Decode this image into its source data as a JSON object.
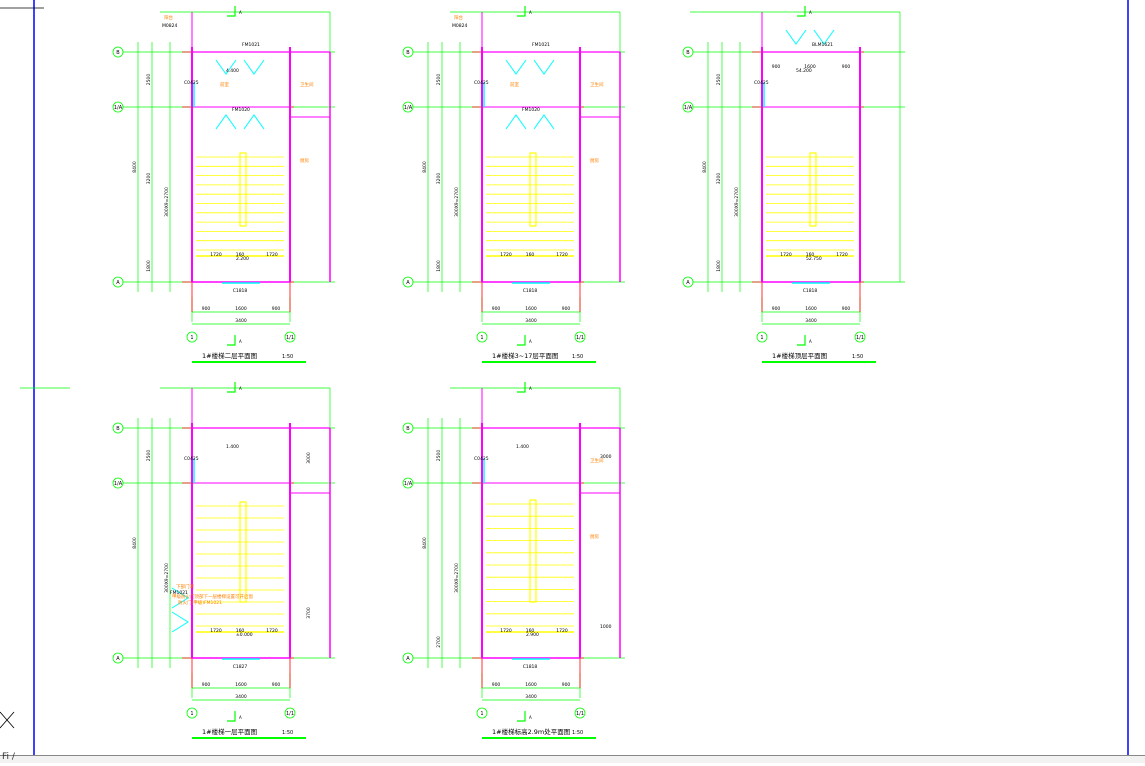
{
  "drawing": {
    "colors": {
      "background": "#ffffff",
      "frame": "#0000ff",
      "wall": "#ff00ff",
      "axis": "#ff0000",
      "dimension": "#00ff00",
      "stair": "#ffff00",
      "window": "#00ffff",
      "room_label": "#ff8000",
      "text": "#000000"
    },
    "sheets": [
      {
        "title": "1#楼梯二层平面图",
        "scale": "1:50",
        "axis_rows": [
          "B",
          "1/A",
          "A"
        ],
        "axis_cols": [
          "1",
          "1/1"
        ],
        "dims_bottom": [
          "900",
          "1600",
          "900"
        ],
        "dim_total": "3400",
        "dims_stair": [
          "1720",
          "160",
          "1720"
        ],
        "dims_left": [
          "2500",
          "3200",
          "1800"
        ],
        "dim_left_total": "8400",
        "dim_left_run": "300X9=2700",
        "elevations": [
          "4.400",
          "2.200"
        ],
        "labels": {
          "window_bottom": "C1818",
          "door_top": "FM1021",
          "door_mid": "FM1020",
          "window_left": "C0425",
          "window_top": "M0824",
          "room_left": "阳台",
          "room_right_top": "卫生间",
          "room_right": "厨房",
          "landing": "前室"
        },
        "stair_step_count": 10
      },
      {
        "title": "1#楼梯3~17层平面图",
        "scale": "1:50",
        "axis_rows": [
          "B",
          "1/A",
          "A"
        ],
        "axis_cols": [
          "1",
          "1/1"
        ],
        "dims_bottom": [
          "900",
          "1600",
          "900"
        ],
        "dim_total": "3400",
        "dims_stair": [
          "1720",
          "160",
          "1720"
        ],
        "dims_left": [
          "2500",
          "3200",
          "1800"
        ],
        "dim_left_total": "8400",
        "dim_left_run": "300X9=2700",
        "elevations": [],
        "labels": {
          "window_bottom": "C1818",
          "door_top": "FM1021",
          "door_mid": "FM1020",
          "window_left": "C0425",
          "window_top": "M0824",
          "room_left": "阳台",
          "room_right_top": "卫生间",
          "room_right": "厨房",
          "landing": "前室"
        },
        "stair_step_count": 10
      },
      {
        "title": "1#楼梯顶层平面图",
        "scale": "1:50",
        "axis_rows": [
          "B",
          "1/A",
          "A"
        ],
        "axis_cols": [
          "1",
          "1/1"
        ],
        "dims_bottom": [
          "900",
          "1600",
          "900"
        ],
        "dim_total": "3400",
        "dims_stair": [
          "1720",
          "160",
          "1720"
        ],
        "dims_left": [
          "2500",
          "3200",
          "1800"
        ],
        "dim_left_total": "8400",
        "dim_left_run": "300X9=2700",
        "elevations": [
          "54.200",
          "52.750"
        ],
        "labels": {
          "window_bottom": "C1818",
          "door_top": "BLM1621",
          "window_left": "C0425",
          "dim_door_left": "900",
          "dim_door_mid": "1600",
          "dim_door_right": "900"
        },
        "stair_step_count": 10
      },
      {
        "title": "1#楼梯一层平面图",
        "scale": "1:50",
        "axis_rows": [
          "B",
          "1/A",
          "A"
        ],
        "axis_cols": [
          "1",
          "1/1"
        ],
        "dims_bottom": [
          "900",
          "1600",
          "900"
        ],
        "dim_total": "3400",
        "dims_stair": [
          "1720",
          "160",
          "1720"
        ],
        "dims_left": [
          "2500",
          "",
          ""
        ],
        "dim_left_total": "8400",
        "dim_left_run": "300X9=2700",
        "dims_right": [
          "3000",
          "",
          "3700"
        ],
        "elevations": [
          "1.400",
          "±0.000"
        ],
        "labels": {
          "window_bottom": "C1827",
          "door_left": "FM1021",
          "window_left": "C0425",
          "note": "甲级防火门顶部下一层楼梯设置可开启窗",
          "note2": "防火门(甲级)FM1021",
          "note3": "下部门洞"
        },
        "stair_step_count": 10
      },
      {
        "title": "1#楼梯标高2.9m处平面图",
        "scale": "1:50",
        "axis_rows": [
          "B",
          "1/A",
          "A"
        ],
        "axis_cols": [
          "1",
          "1/1"
        ],
        "dims_bottom": [
          "900",
          "1600",
          "900"
        ],
        "dim_total": "3400",
        "dims_stair": [
          "1720",
          "160",
          "1720"
        ],
        "dims_left": [
          "2500",
          "",
          "2700"
        ],
        "dim_left_total": "8400",
        "dim_left_run": "300X9=2700",
        "elevations": [
          "1.400",
          "2.900"
        ],
        "labels": {
          "window_bottom": "C1818",
          "window_left": "C0425",
          "room_right_top": "卫生间",
          "room_right": "厨房",
          "dim_side": "1000",
          "dim_side2": "3000"
        },
        "stair_step_count": 10
      }
    ],
    "section_mark": "A",
    "status_text": "Fi /"
  }
}
